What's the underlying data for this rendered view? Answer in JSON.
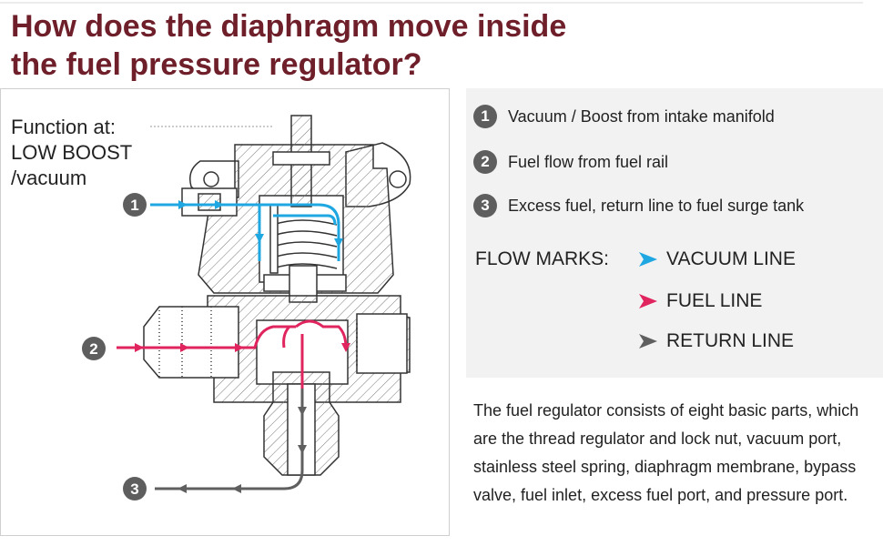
{
  "title": {
    "line1": "How does the diaphragm move inside",
    "line2": "the fuel pressure regulator?"
  },
  "diagram": {
    "function_label": [
      "Function at:",
      "LOW BOOST",
      "/vacuum"
    ],
    "callouts": [
      "1",
      "2",
      "3"
    ]
  },
  "legend": {
    "items": [
      {
        "num": "1",
        "text": "Vacuum / Boost from intake manifold"
      },
      {
        "num": "2",
        "text": "Fuel flow from fuel rail"
      },
      {
        "num": "3",
        "text": "Excess fuel, return line to fuel surge tank"
      }
    ],
    "flow_title": "FLOW MARKS:",
    "flows": [
      {
        "label": "VACUUM LINE",
        "color": "#1ea7e1"
      },
      {
        "label": "FUEL LINE",
        "color": "#e0245e"
      },
      {
        "label": "RETURN LINE",
        "color": "#5f5f5f"
      }
    ]
  },
  "description": "The fuel regulator consists of eight basic parts, which are the thread regulator and lock nut, vacuum port, stainless steel spring, diaphragm membrane, bypass valve, fuel inlet, excess fuel port, and pressure port."
}
